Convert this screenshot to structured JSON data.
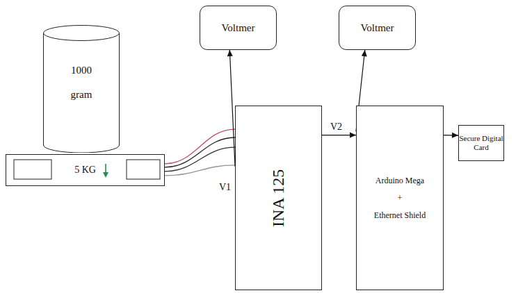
{
  "diagram": {
    "nodes": [
      {
        "text": [
          "Voltmer"
        ]
      },
      {
        "text": [
          "Voltmer"
        ]
      },
      {
        "text": [
          "1000 gram"
        ]
      },
      {
        "text": [
          "5 KG"
        ]
      },
      {
        "text": [
          "INA 125"
        ]
      },
      {
        "text": [
          "Arduino Mega",
          "+",
          "Ethernet Shield"
        ]
      },
      {
        "text": [
          "Secure Digital Card"
        ]
      }
    ],
    "edges": [
      {
        "from": 3,
        "to": 4,
        "arrow": "none"
      },
      {
        "from": 4,
        "to": 0,
        "arrow": "to"
      },
      {
        "from": 4,
        "to": 5,
        "arrow": "to",
        "label": "V2"
      },
      {
        "from": 5,
        "to": 1,
        "arrow": "to"
      },
      {
        "from": 5,
        "to": 6,
        "arrow": "to"
      }
    ],
    "labels": [
      "V1"
    ]
  }
}
